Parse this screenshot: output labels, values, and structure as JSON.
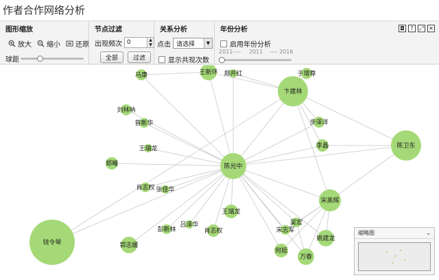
{
  "page_title": "作者合作网络分析",
  "toolbar": {
    "zoom": {
      "title": "图形缩放",
      "zoom_in": "放大",
      "zoom_out": "缩小",
      "reset": "还原",
      "distance_label": "球距"
    },
    "node_filter": {
      "title": "节点过滤",
      "freq_label": "出现频次",
      "freq_value": "0",
      "all_button": "全部",
      "filter_button": "过滤"
    },
    "relation": {
      "title": "关系分析",
      "click_label": "点击",
      "select_value": "请选择",
      "show_count_label": "显示共现次数"
    },
    "year": {
      "title": "年份分析",
      "enable_label": "启用年份分析",
      "year_start": "2011----",
      "year_mid": "2011",
      "year_end": "---- 2016"
    },
    "icons": [
      "camera-icon",
      "help-icon",
      "fullscreen-icon",
      "close-icon"
    ]
  },
  "graph": {
    "node_color": "#a5d977",
    "edge_color": "#c8c8c8",
    "nodes": [
      {
        "id": "chen_guangzhong",
        "label": "陈光中"
      },
      {
        "id": "bian_jianlin",
        "label": "卞建林"
      },
      {
        "id": "chen_weidong",
        "label": "陈卫东"
      },
      {
        "id": "qian_lingyi",
        "label": "钱令琴"
      },
      {
        "id": "song_yinghui",
        "label": "宋英辉"
      },
      {
        "id": "wang_xinhuan",
        "label": "王新环"
      },
      {
        "id": "zheng_kaihong",
        "label": "郑开红"
      },
      {
        "id": "yu_zengzun",
        "label": "于增尊"
      },
      {
        "id": "ma_kang",
        "label": "马康"
      },
      {
        "id": "liu_linnan",
        "label": "刘林呐"
      },
      {
        "id": "zeng_xinhua",
        "label": "曾新华"
      },
      {
        "id": "wang_ruilong",
        "label": "王瑞龙"
      },
      {
        "id": "zheng_xi",
        "label": "郑曦"
      },
      {
        "id": "xiao_zhiquan",
        "label": "肖志权"
      },
      {
        "id": "zhang_jiahua",
        "label": "张佳华"
      },
      {
        "id": "bu_zeyang",
        "label": "步泽洋"
      },
      {
        "id": "li_jing",
        "label": "李晶"
      },
      {
        "id": "wang_ruilong2",
        "label": "王瑞龙"
      },
      {
        "id": "peng_xinlin",
        "label": "彭新林"
      },
      {
        "id": "lv_zehua",
        "label": "吕泽华"
      },
      {
        "id": "xiao_zhiquan2",
        "label": "肖志权"
      },
      {
        "id": "wu_hong",
        "label": "吴宏"
      },
      {
        "id": "song_zhijun",
        "label": "宋志军"
      },
      {
        "id": "yao_jianlong",
        "label": "姚建龙"
      },
      {
        "id": "guo_zhiyuan",
        "label": "郭志媛"
      },
      {
        "id": "he_ting",
        "label": "何挺"
      },
      {
        "id": "wan_chun",
        "label": "万春"
      }
    ]
  },
  "minimap": {
    "title": "缩略图",
    "toggle": "chevron-down-icon"
  }
}
